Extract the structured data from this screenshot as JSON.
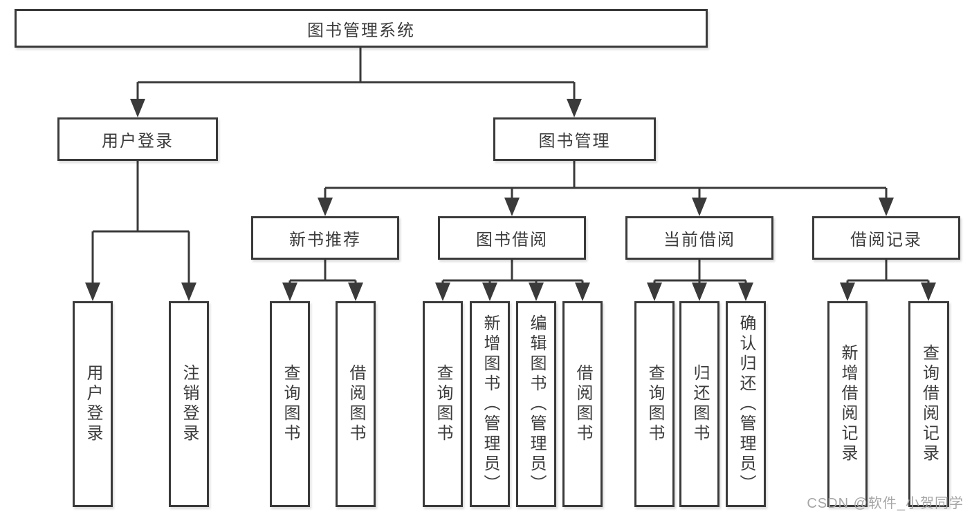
{
  "colors": {
    "background": "#ffffff",
    "line": "#3a3a3a",
    "text": "#3c3c3c",
    "watermark": "#a6a6a6"
  },
  "nodes": {
    "root": "图书管理系统",
    "level1": {
      "user_login": "用户登录",
      "book_management": "图书管理"
    },
    "level2": {
      "new_book_recommend": "新书推荐",
      "book_borrow": "图书借阅",
      "current_borrow": "当前借阅",
      "borrow_records": "借阅记录"
    },
    "leaves": {
      "user_login": [
        "用户登录",
        "注销登录"
      ],
      "new_book_recommend": [
        "查询图书",
        "借阅图书"
      ],
      "book_borrow": [
        "查询图书",
        "新增图书（管理员）",
        "编辑图书（管理员）",
        "借阅图书"
      ],
      "current_borrow": [
        "查询图书",
        "归还图书",
        "确认归还（管理员）"
      ],
      "borrow_records": [
        "新增借阅记录",
        "查询借阅记录"
      ]
    }
  },
  "watermark": "CSDN @软件_小贺同学"
}
